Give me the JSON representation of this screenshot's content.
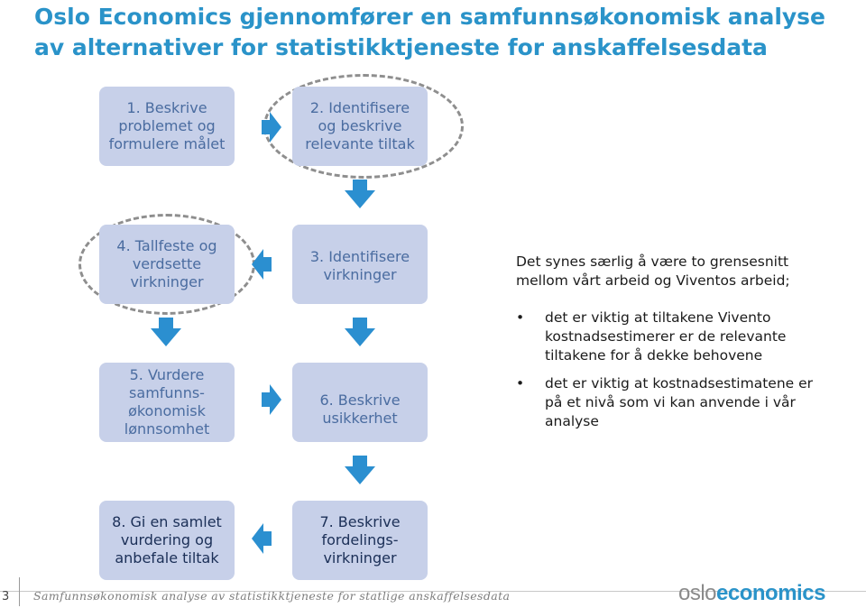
{
  "title": "Oslo Economics gjennomfører en samfunnsøkonomisk analyse av alternativer for statistikktjeneste for anskaffelsesdata",
  "steps": {
    "s1": "1. Beskrive\nproblemet og\nformulere målet",
    "s2": "2. Identifisere\nog beskrive\nrelevante tiltak",
    "s3": "3. Identifisere\nvirkninger",
    "s4": "4. Tallfeste og\nverdsette\nvirkninger",
    "s5": "5. Vurdere\nsamfunns-\nøkonomisk\nlønnsomhet",
    "s6": "6. Beskrive\nusikkerhet",
    "s7": "7. Beskrive\nfordelings-\nvirkninger",
    "s8": "8. Gi en samlet\nvurdering og\nanbefale tiltak"
  },
  "panel": {
    "intro": "Det synes særlig å være to grensesnitt mellom vårt arbeid og Viventos arbeid;",
    "bullet_char": "•",
    "bullets": [
      "det er viktig at tiltakene Vivento kostnadsestimerer er de relevante tiltakene for å dekke behovene",
      "det er viktig at kostnadsestimatene er på et nivå som vi kan anvende i vår analyse"
    ]
  },
  "footer": {
    "page_number": "3",
    "text": "Samfunnsøkonomisk analyse av statistikktjeneste for statlige anskaffelsesdata",
    "logo_part1": "oslo",
    "logo_part2": "economics"
  },
  "colors": {
    "title": "#2a93c9",
    "box": "#c7d0e9",
    "arrow": "#2b8fd0",
    "ellipse": "#8e8e8e"
  }
}
